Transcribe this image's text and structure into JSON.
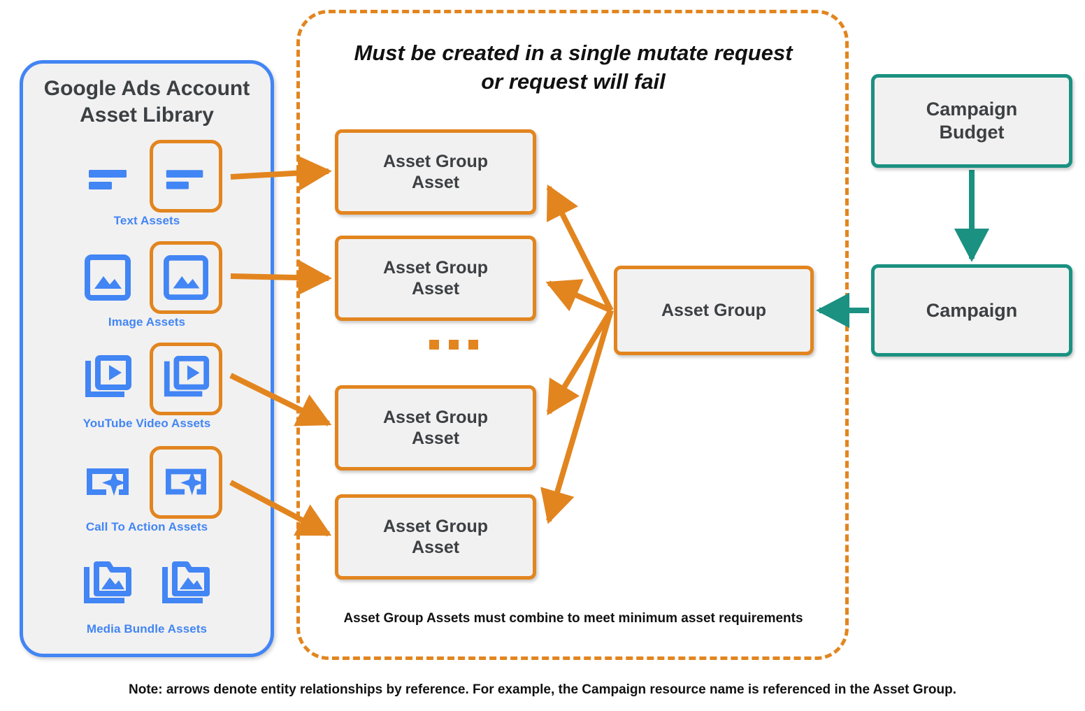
{
  "colors": {
    "orange": "#e2851f",
    "blue": "#4285f4",
    "teal": "#1a9181",
    "box_fill": "#f1f1f1",
    "text_dark": "#3c4043"
  },
  "library": {
    "title": "Google Ads Account\nAsset Library",
    "title_line1": "Google Ads Account",
    "title_line2": "Asset Library",
    "rows": [
      {
        "caption": "Text Assets",
        "icon": "text-lines-icon",
        "highlighted": true
      },
      {
        "caption": "Image Assets",
        "icon": "image-icon",
        "highlighted": true
      },
      {
        "caption": "YouTube Video  Assets",
        "icon": "video-stack-icon",
        "highlighted": true
      },
      {
        "caption": "Call To Action Assets",
        "icon": "call-to-action-icon",
        "highlighted": true
      },
      {
        "caption": "Media Bundle  Assets",
        "icon": "media-bundle-icon",
        "highlighted": false
      }
    ]
  },
  "mutate": {
    "title_line1": "Must be created in a single mutate request",
    "title_line2": "or request will fail",
    "note": "Asset Group Assets must combine to meet minimum asset requirements",
    "ellipsis": "..."
  },
  "nodes": {
    "asset_group_assets": [
      {
        "line1": "Asset Group",
        "line2": "Asset"
      },
      {
        "line1": "Asset Group",
        "line2": "Asset"
      },
      {
        "line1": "Asset Group",
        "line2": "Asset"
      },
      {
        "line1": "Asset Group",
        "line2": "Asset"
      }
    ],
    "asset_group": "Asset Group",
    "campaign_budget_line1": "Campaign",
    "campaign_budget_line2": "Budget",
    "campaign": "Campaign"
  },
  "footer": {
    "note": "Note: arrows denote entity relationships by reference. For example, the Campaign resource name is referenced in the Asset Group."
  }
}
